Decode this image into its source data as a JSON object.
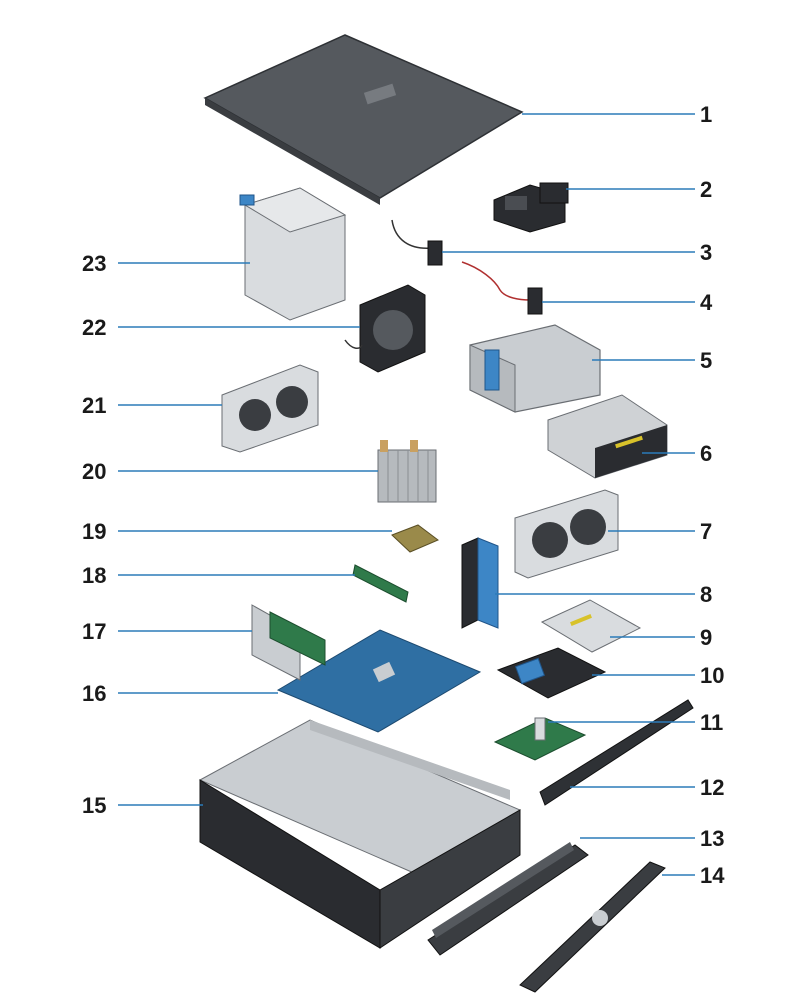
{
  "colors": {
    "leader_line": "#2b7bb9",
    "label_text": "#1a1a1a",
    "background": "#ffffff"
  },
  "callouts": [
    {
      "id": "1",
      "label": "1"
    },
    {
      "id": "2",
      "label": "2"
    },
    {
      "id": "3",
      "label": "3"
    },
    {
      "id": "4",
      "label": "4"
    },
    {
      "id": "5",
      "label": "5"
    },
    {
      "id": "6",
      "label": "6"
    },
    {
      "id": "7",
      "label": "7"
    },
    {
      "id": "8",
      "label": "8"
    },
    {
      "id": "9",
      "label": "9"
    },
    {
      "id": "10",
      "label": "10"
    },
    {
      "id": "11",
      "label": "11"
    },
    {
      "id": "12",
      "label": "12"
    },
    {
      "id": "13",
      "label": "13"
    },
    {
      "id": "14",
      "label": "14"
    },
    {
      "id": "15",
      "label": "15"
    },
    {
      "id": "16",
      "label": "16"
    },
    {
      "id": "17",
      "label": "17"
    },
    {
      "id": "18",
      "label": "18"
    },
    {
      "id": "19",
      "label": "19"
    },
    {
      "id": "20",
      "label": "20"
    },
    {
      "id": "21",
      "label": "21"
    },
    {
      "id": "22",
      "label": "22"
    },
    {
      "id": "23",
      "label": "23"
    }
  ]
}
